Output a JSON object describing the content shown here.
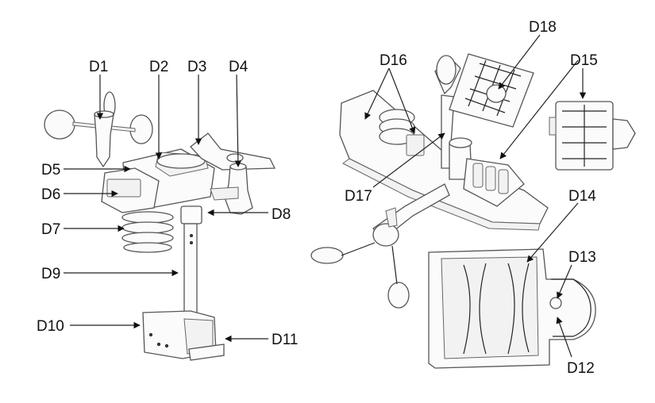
{
  "labels": {
    "d1": "D1",
    "d2": "D2",
    "d3": "D3",
    "d4": "D4",
    "d5": "D5",
    "d6": "D6",
    "d7": "D7",
    "d8": "D8",
    "d9": "D9",
    "d10": "D10",
    "d11": "D11",
    "d12": "D12",
    "d13": "D13",
    "d14": "D14",
    "d15": "D15",
    "d16": "D16",
    "d17": "D17",
    "d18": "D18"
  }
}
